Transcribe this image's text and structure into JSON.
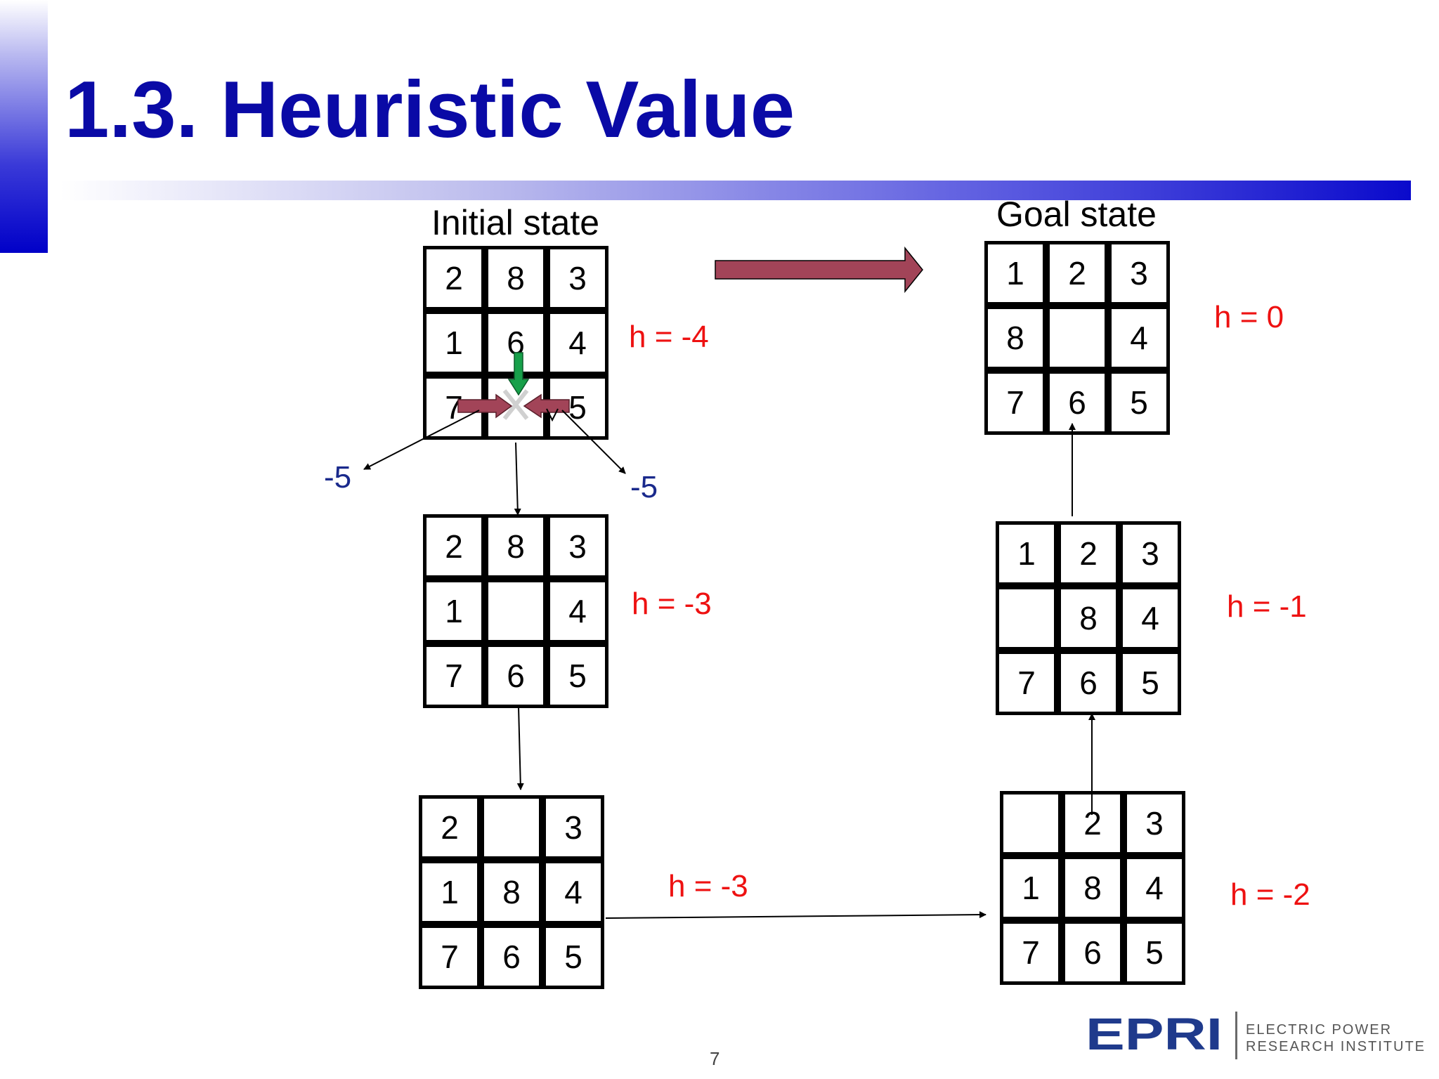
{
  "slide": {
    "title": "1.3. Heuristic Value",
    "page_number": "7"
  },
  "labels": {
    "initial": "Initial state",
    "goal": "Goal state"
  },
  "boards": {
    "initial": {
      "cells": [
        "2",
        "8",
        "3",
        "1",
        "6",
        "4",
        "7",
        "",
        "5"
      ],
      "h": "h = -4"
    },
    "step1": {
      "cells": [
        "2",
        "8",
        "3",
        "1",
        "",
        "4",
        "7",
        "6",
        "5"
      ],
      "h": "h = -3"
    },
    "step2": {
      "cells": [
        "2",
        "",
        "3",
        "1",
        "8",
        "4",
        "7",
        "6",
        "5"
      ],
      "h": "h = -3"
    },
    "step3": {
      "cells": [
        "",
        "2",
        "3",
        "1",
        "8",
        "4",
        "7",
        "6",
        "5"
      ],
      "h": "h = -2"
    },
    "step4": {
      "cells": [
        "1",
        "2",
        "3",
        "",
        "8",
        "4",
        "7",
        "6",
        "5"
      ],
      "h": "h = -1"
    },
    "goal": {
      "cells": [
        "1",
        "2",
        "3",
        "8",
        "",
        "4",
        "7",
        "6",
        "5"
      ],
      "h": "h = 0"
    }
  },
  "alt_scores": {
    "left": "-5",
    "right": "-5"
  },
  "logo": {
    "mark": "EPRI",
    "line1": "ELECTRIC POWER",
    "line2": "RESEARCH INSTITUTE"
  },
  "colors": {
    "title": "#0a0aa6",
    "heuristic": "#ee1111",
    "score": "#1a2a8c",
    "arrow_fill": "#a24458",
    "down_arrow": "#17a04a",
    "logo": "#1f3a8c"
  }
}
